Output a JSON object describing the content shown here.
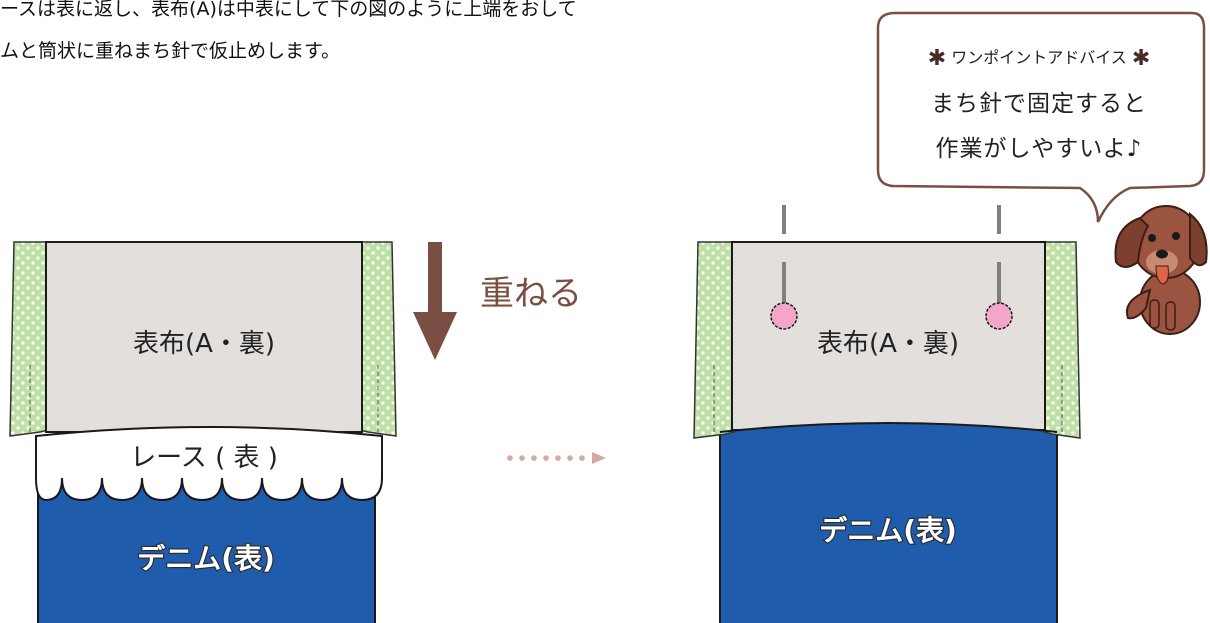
{
  "intro": {
    "line1": "ースは表に返し、表布(A)は中表にして下の図のように上端をおして",
    "line2": "ムと筒状に重ねまち針で仮止めします。"
  },
  "left_panel": {
    "outer_label": "表布(A・裏)",
    "lace_label": "レース ( 表 )",
    "denim_label": "デニム(表)"
  },
  "arrow_label": "重ねる",
  "right_panel": {
    "outer_label": "表布(A・裏)",
    "denim_label": "デニム(表)"
  },
  "tip": {
    "title": "ワンポイントアドバイス",
    "star": "✱",
    "line1": "まち針で固定すると",
    "line2": "作業がしやすいよ♪"
  },
  "colors": {
    "fabric": "#e3dfdc",
    "denim": "#1f5cac",
    "lining": "#bfe0a4",
    "arrow": "#7a4e42",
    "pin_head": "#f2a6c8",
    "dog": "#9b5440",
    "bubble_stroke": "#7a4e42"
  }
}
